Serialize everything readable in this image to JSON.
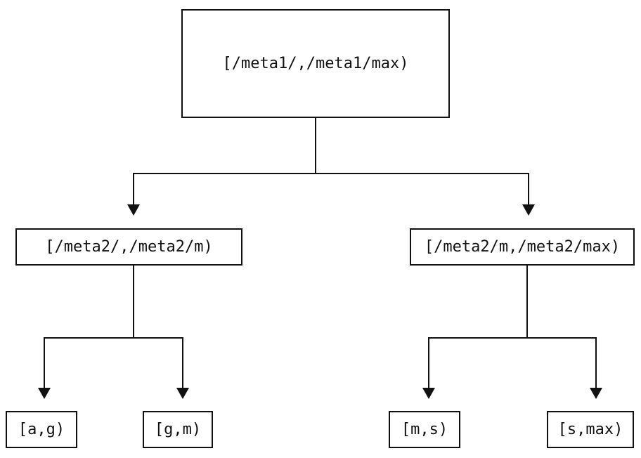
{
  "diagram": {
    "type": "tree",
    "root": {
      "label": "[/meta1/,/meta1/max)"
    },
    "level2": [
      {
        "label": "[/meta2/,/meta2/m)",
        "parent": "root"
      },
      {
        "label": "[/meta2/m,/meta2/max)",
        "parent": "root"
      }
    ],
    "leaves": [
      {
        "label": "[a,g)",
        "parent": "[/meta2/,/meta2/m)"
      },
      {
        "label": "[g,m)",
        "parent": "[/meta2/,/meta2/m)"
      },
      {
        "label": "[m,s)",
        "parent": "[/meta2/m,/meta2/max)"
      },
      {
        "label": "[s,max)",
        "parent": "[/meta2/m,/meta2/max)"
      }
    ],
    "colors": {
      "background": "#ffffff",
      "box_border": "#111111",
      "line": "#111111",
      "text": "#111111"
    }
  }
}
